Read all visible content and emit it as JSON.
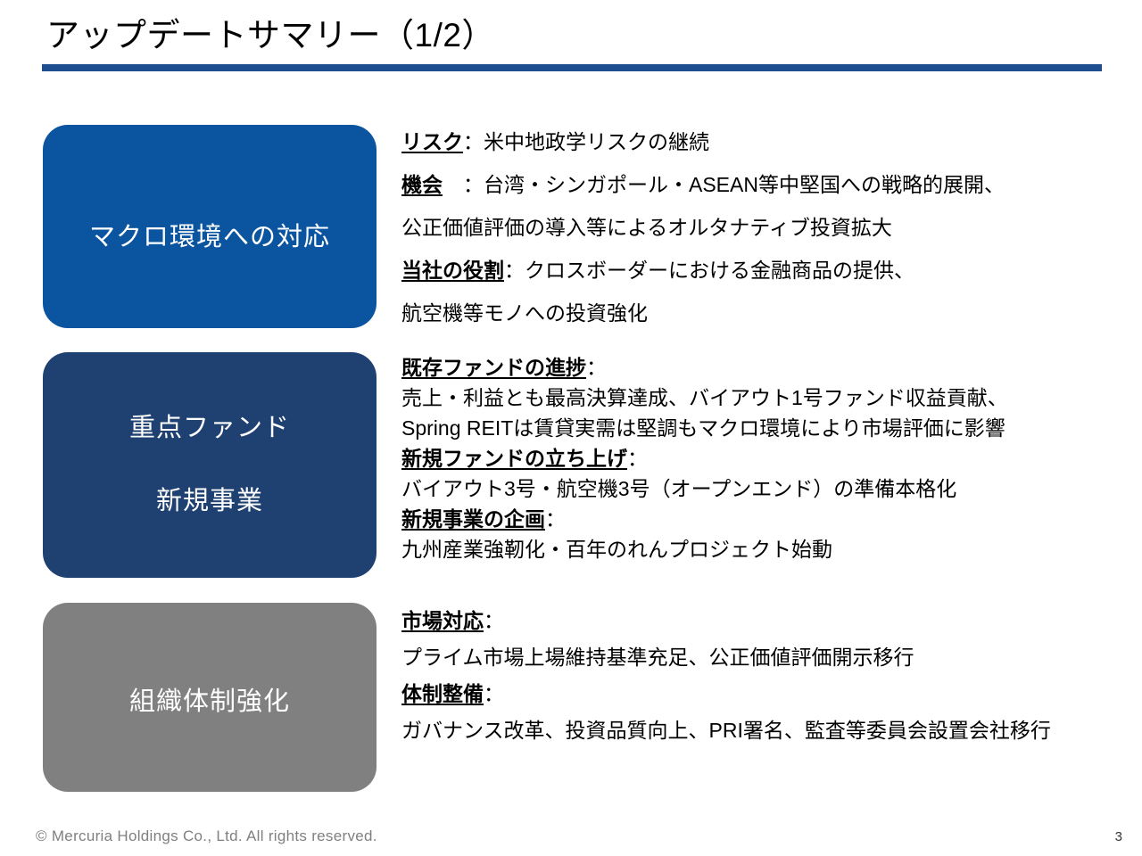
{
  "slide": {
    "title": "アップデートサマリー（1/2）",
    "page_number": "3",
    "copyright": "© Mercuria Holdings Co., Ltd. All rights reserved.",
    "accent_color": "#1F4E90"
  },
  "sections": [
    {
      "category_label_1": "マクロ環境への対応",
      "category_label_2": "",
      "category_color": "#0B55A0",
      "lines": [
        {
          "lead": "リスク",
          "rest": "：米中地政学リスクの継続"
        },
        {
          "lead": "機会",
          "rest": "　：台湾・シンガポール・ASEAN等中堅国への戦略的展開、"
        },
        {
          "lead": "",
          "rest": "公正価値評価の導入等によるオルタナティブ投資拡大"
        },
        {
          "lead": "当社の役割",
          "rest": "：クロスボーダーにおける金融商品の提供、"
        },
        {
          "lead": "",
          "rest": "航空機等モノへの投資強化"
        }
      ]
    },
    {
      "category_label_1": "重点ファンド",
      "category_label_2": "新規事業",
      "category_color": "#1F4171",
      "lines": [
        {
          "lead": "既存ファンドの進捗",
          "rest": "："
        },
        {
          "lead": "",
          "rest": "売上・利益とも最高決算達成、バイアウト1号ファンド収益貢献、"
        },
        {
          "lead": "",
          "rest": "Spring REITは賃貸実需は堅調もマクロ環境により市場評価に影響"
        },
        {
          "lead": "新規ファンドの立ち上げ",
          "rest": "："
        },
        {
          "lead": "",
          "rest": "バイアウト3号・航空機3号（オープンエンド）の準備本格化"
        },
        {
          "lead": "新規事業の企画",
          "rest": "："
        },
        {
          "lead": "",
          "rest": "九州産業強靭化・百年のれんプロジェクト始動"
        }
      ]
    },
    {
      "category_label_1": "組織体制強化",
      "category_label_2": "",
      "category_color": "#808080",
      "lines": [
        {
          "lead": "市場対応",
          "rest": "："
        },
        {
          "lead": "",
          "rest": "プライム市場上場維持基準充足、公正価値評価開示移行"
        },
        {
          "lead": "体制整備",
          "rest": "："
        },
        {
          "lead": "",
          "rest": "ガバナンス改革、投資品質向上、PRI署名、監査等委員会設置会社移行"
        }
      ]
    }
  ]
}
